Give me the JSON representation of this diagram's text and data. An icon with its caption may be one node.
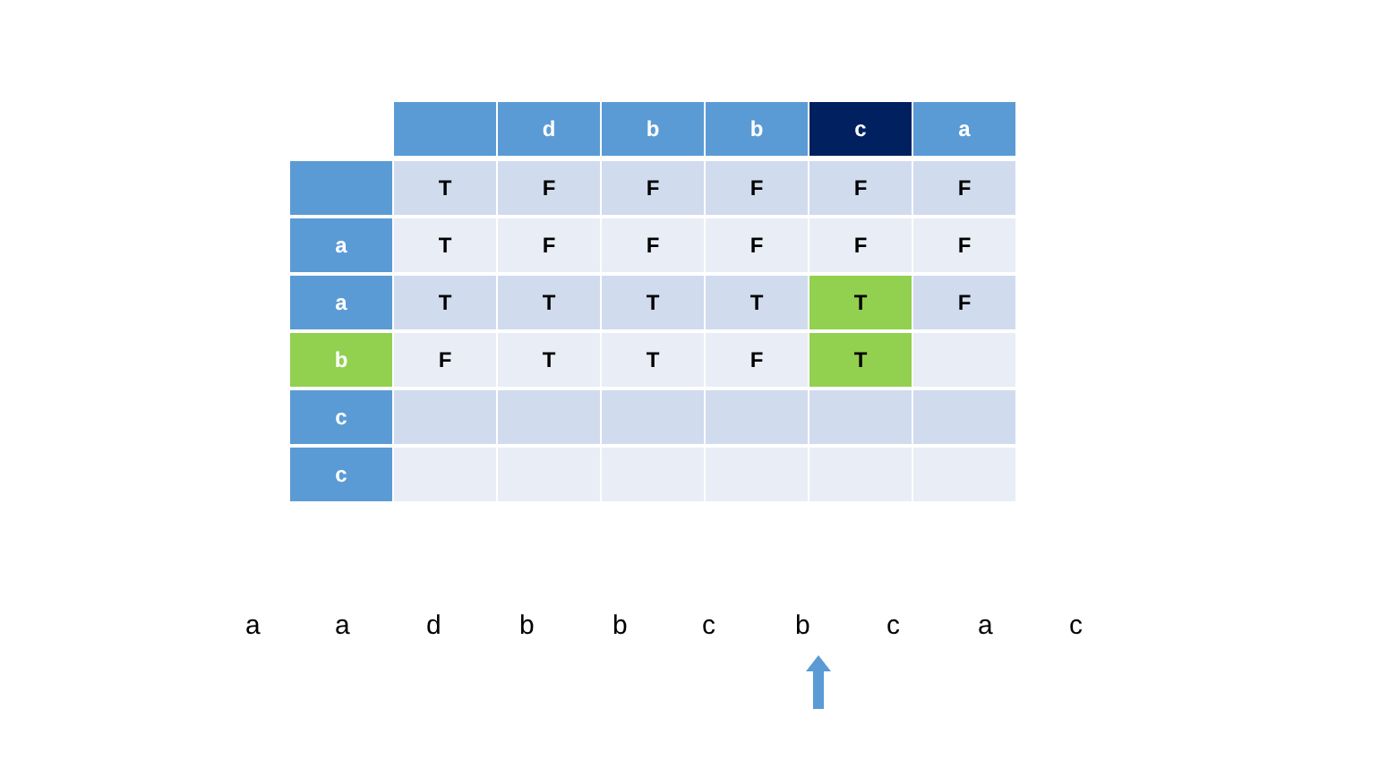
{
  "diagram": {
    "labels": [
      "d",
      "b",
      "b",
      "c",
      "a",
      "T",
      "F",
      "F",
      "F",
      "F",
      "F",
      "a",
      "T",
      "F",
      "F",
      "F",
      "F",
      "F",
      "a",
      "T",
      "T",
      "T",
      "T",
      "T",
      "F",
      "b",
      "F",
      "T",
      "T",
      "F",
      "T",
      "c",
      "c",
      "a",
      "a",
      "d",
      "b",
      "b",
      "c",
      "b",
      "c",
      "a",
      "c"
    ]
  }
}
